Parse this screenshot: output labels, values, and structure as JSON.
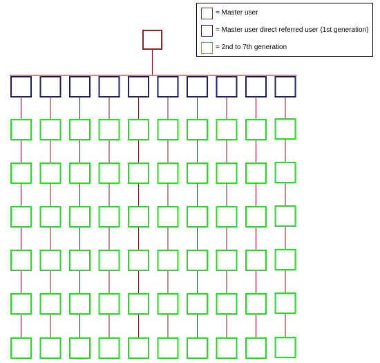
{
  "colors": {
    "master": "#a01e1e",
    "first_generation": "#1e1e6e",
    "second_to_seventh": "#22dd22",
    "connector": "#8b1a1a"
  },
  "legend": [
    {
      "key": "master",
      "label": "= Master user"
    },
    {
      "key": "first_generation",
      "label": "= Master user direct referred user (1st generation)"
    },
    {
      "key": "second_to_seventh",
      "label": "= 2nd to 7th generation"
    }
  ],
  "tree": {
    "first_generation_count": 10,
    "descendant_generations": 6
  }
}
